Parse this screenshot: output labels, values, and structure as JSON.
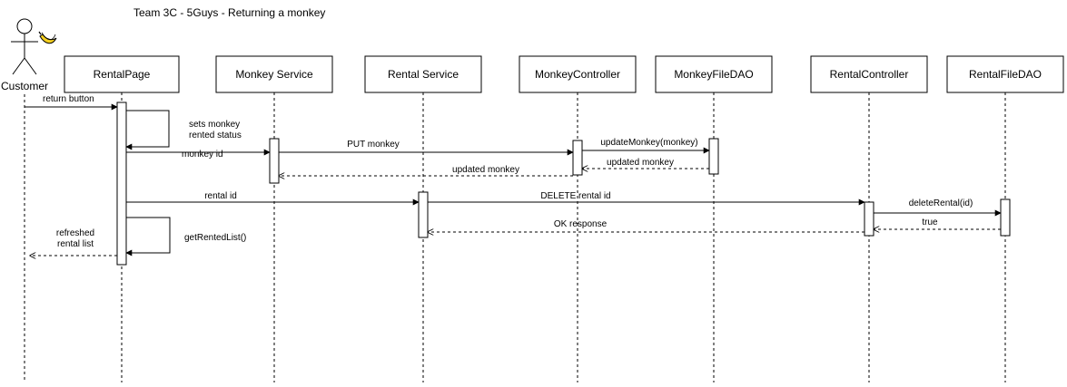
{
  "title": "Team 3C - 5Guys - Returning a monkey",
  "actor": {
    "label": "Customer",
    "icon": "banana-icon"
  },
  "participants": [
    "RentalPage",
    "Monkey Service",
    "Rental Service",
    "MonkeyController",
    "MonkeyFileDAO",
    "RentalController",
    "RentalFileDAO"
  ],
  "messages": {
    "return_button": "return button",
    "sets_monkey_line1": "sets monkey",
    "sets_monkey_line2": "rented status",
    "monkey_id": "monkey id",
    "put_monkey": "PUT monkey",
    "update_monkey": "updateMonkey(monkey)",
    "updated_monkey_dao": "updated monkey",
    "updated_monkey_service": "updated monkey",
    "rental_id": "rental id",
    "delete_rental_id": "DELETE rental id",
    "delete_rental": "deleteRental(id)",
    "true": "true",
    "ok_response": "OK response",
    "get_rented_list": "getRentedList()",
    "refreshed_line1": "refreshed",
    "refreshed_line2": "rental list"
  }
}
